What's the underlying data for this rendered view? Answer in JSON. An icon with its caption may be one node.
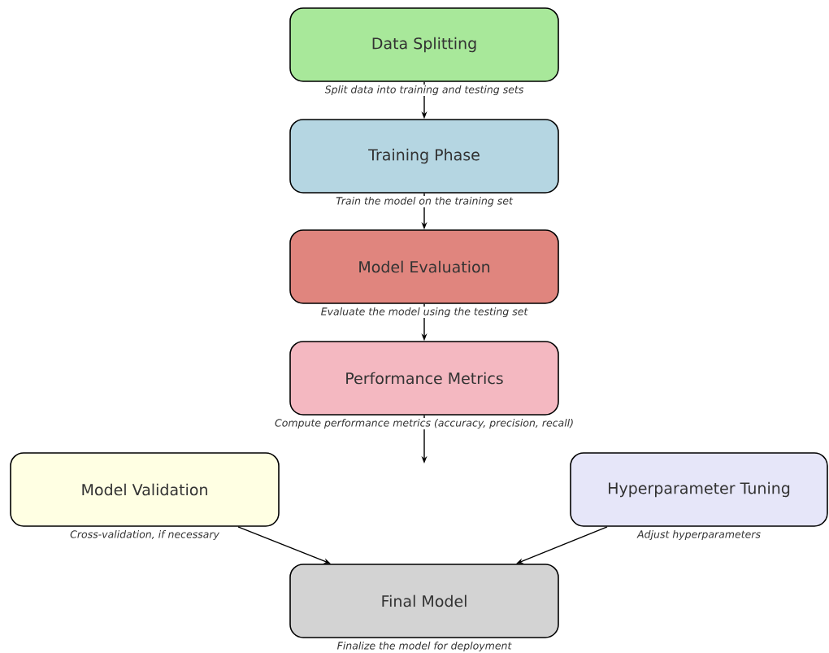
{
  "diagram": {
    "nodes": [
      {
        "text": [
          "Data Splitting"
        ],
        "beside": [
          "Split data into training and testing sets"
        ]
      },
      {
        "text": [
          "Training Phase"
        ],
        "beside": [
          "Train the model on the training set"
        ]
      },
      {
        "text": [
          "Model Evaluation"
        ],
        "beside": [
          "Evaluate the model using the testing set"
        ]
      },
      {
        "text": [
          "Performance Metrics"
        ],
        "beside": [
          "Compute performance metrics (accuracy, precision, recall)"
        ]
      },
      {
        "text": [
          "Model Validation"
        ],
        "beside": [
          "Cross-validation, if necessary"
        ]
      },
      {
        "text": [
          "Hyperparameter Tuning"
        ],
        "beside": [
          "Adjust hyperparameters"
        ]
      },
      {
        "text": [
          "Final Model"
        ],
        "beside": [
          "Finalize the model for deployment"
        ]
      }
    ],
    "edges": [
      {
        "from": 0,
        "to": 1,
        "arrow": "to"
      },
      {
        "from": 1,
        "to": 2,
        "arrow": "to"
      },
      {
        "from": 2,
        "to": 3,
        "arrow": "to"
      },
      {
        "from": 3,
        "to": null,
        "arrow": "to"
      },
      {
        "from": 4,
        "to": 6,
        "arrow": "to"
      },
      {
        "from": 5,
        "to": 6,
        "arrow": "to"
      }
    ]
  }
}
